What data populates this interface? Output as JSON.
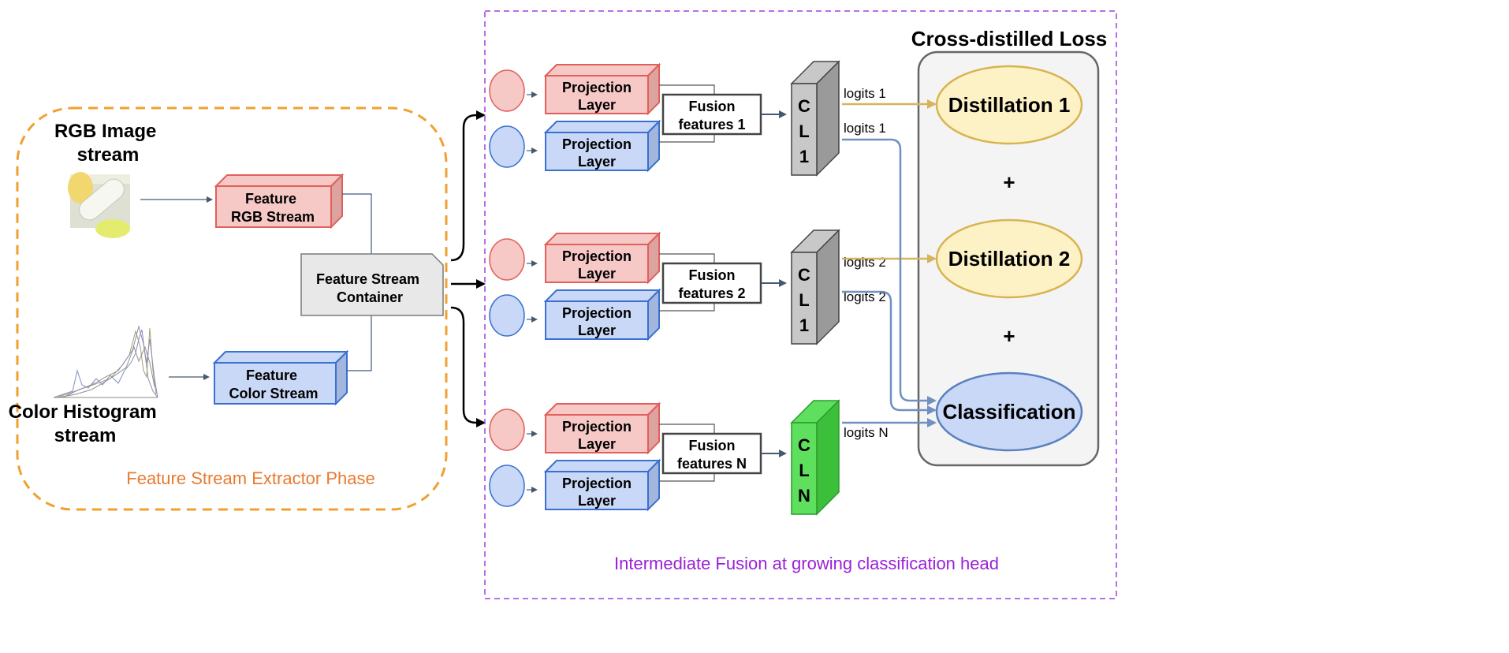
{
  "extractor": {
    "rgb_stream_label": [
      "RGB Image",
      "stream"
    ],
    "color_stream_label": [
      "Color Histogram",
      "stream"
    ],
    "feature_rgb": [
      "Feature",
      "RGB Stream"
    ],
    "feature_color": [
      "Feature",
      "Color Stream"
    ],
    "container": [
      "Feature Stream",
      "Container"
    ],
    "phase_label": "Feature Stream Extractor Phase"
  },
  "fusion": {
    "phase_label": "Intermediate Fusion at growing classification head",
    "projection_label": [
      "Projection",
      "Layer"
    ],
    "rows": [
      {
        "fusion_label": [
          "Fusion",
          "features 1"
        ],
        "classifier": [
          "C",
          "L",
          "1"
        ],
        "logits_top": "logits 1",
        "logits_bottom": "logits 1",
        "classifier_color": "#c8c8c8"
      },
      {
        "fusion_label": [
          "Fusion",
          "features 2"
        ],
        "classifier": [
          "C",
          "L",
          "1"
        ],
        "logits_top": "logits 2",
        "logits_bottom": "logits 2",
        "classifier_color": "#c8c8c8"
      },
      {
        "fusion_label": [
          "Fusion",
          "features N"
        ],
        "classifier": [
          "C",
          "L",
          "N"
        ],
        "logits_top": "logits N",
        "logits_bottom": "",
        "classifier_color": "#5ee05e"
      }
    ]
  },
  "loss": {
    "title": "Cross-distilled Loss",
    "distill_1": "Distillation 1",
    "plus_1": "+",
    "distill_2": "Distillation 2",
    "plus_2": "+",
    "classification": "Classification"
  },
  "colors": {
    "orange_border": "#f0a030",
    "purple_border": "#a040e0",
    "red_fill": "#f6c8c6",
    "red_stroke": "#e0605c",
    "blue_fill": "#c8d8f6",
    "blue_stroke": "#3a70d0",
    "yellow_fill": "#fdf1c6",
    "yellow_stroke": "#d8b450",
    "arrow_gold": "#d6b45c",
    "arrow_blue": "#7090c0"
  }
}
